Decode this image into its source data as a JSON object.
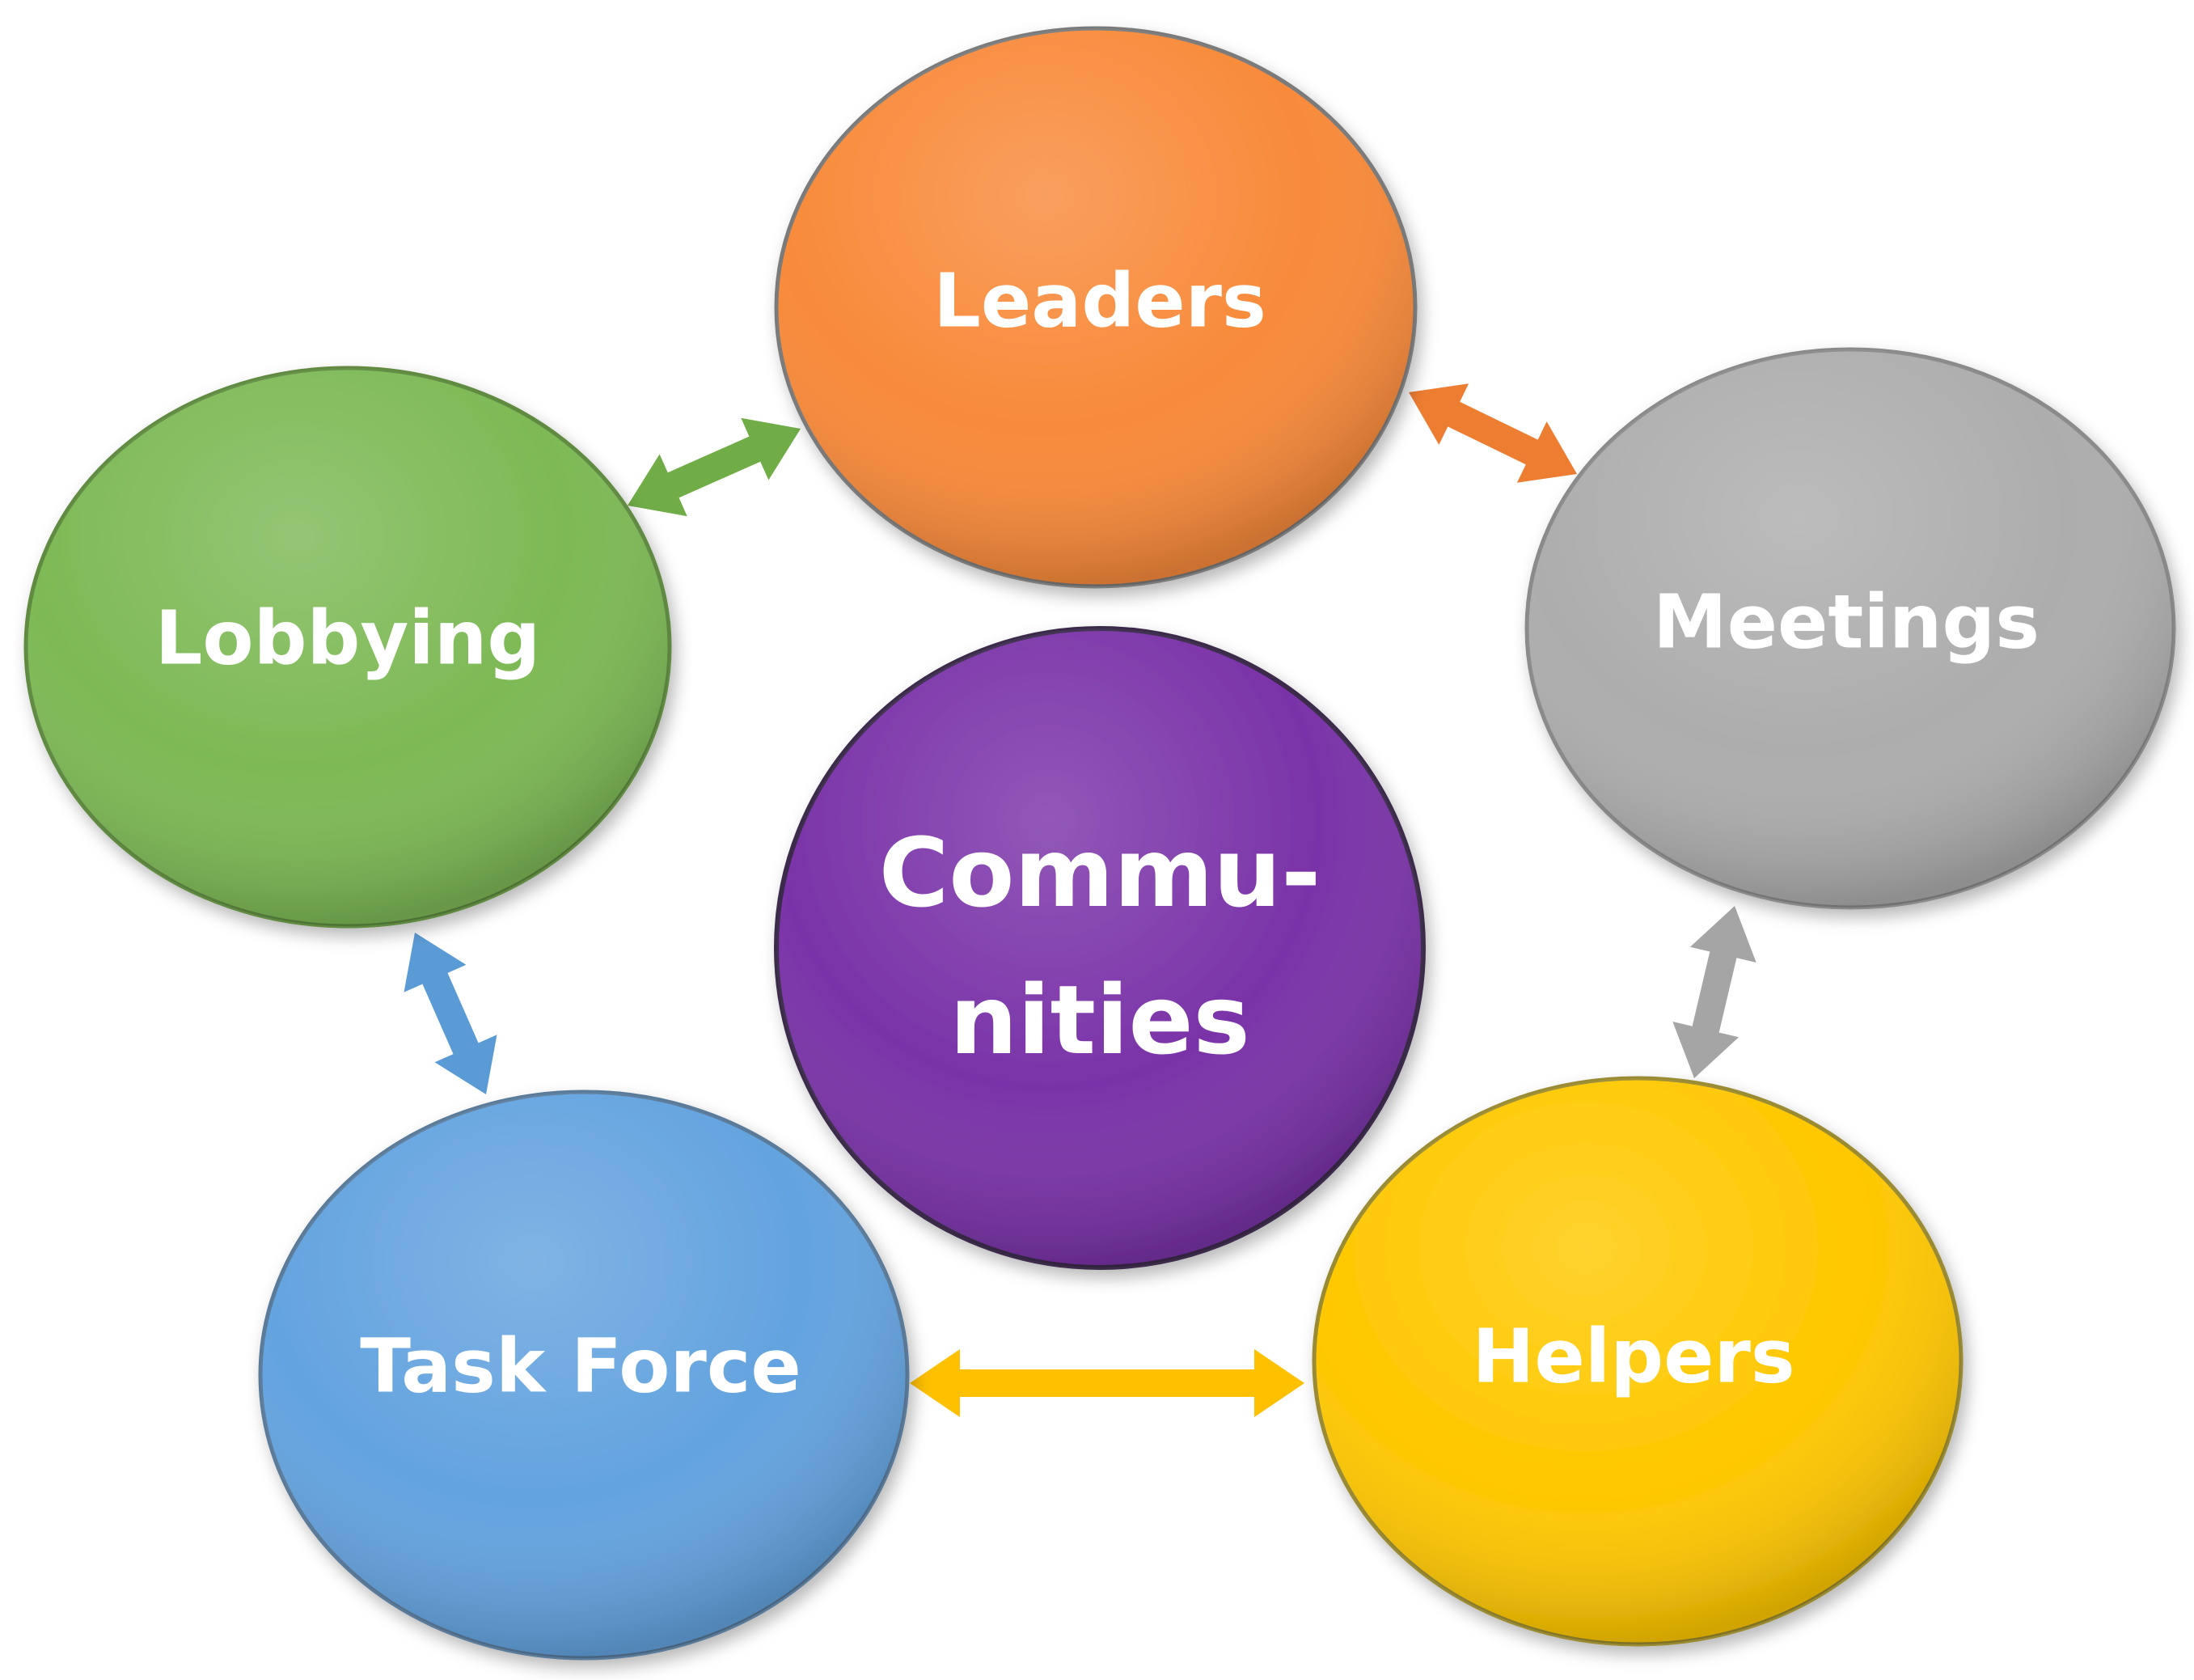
{
  "diagram": {
    "center": {
      "line1": "Commu-",
      "line2": "nities",
      "color": "#7A33A8"
    },
    "nodes": {
      "leaders": {
        "label": "Leaders",
        "color": "#F88A3A"
      },
      "meetings": {
        "label": "Meetings",
        "color": "#ADADAD"
      },
      "helpers": {
        "label": "Helpers",
        "color": "#FFC800"
      },
      "task_force": {
        "label": "Task Force",
        "color": "#63A3DF"
      },
      "lobbying": {
        "label": "Lobbying",
        "color": "#7DB955"
      }
    },
    "arrows": {
      "lobbying_leaders": {
        "color": "#70AD47"
      },
      "leaders_meetings": {
        "color": "#ED7D31"
      },
      "meetings_helpers": {
        "color": "#A5A5A5"
      },
      "helpers_task_force": {
        "color": "#FFC000"
      },
      "task_force_lobbying": {
        "color": "#5B9BD5"
      }
    }
  }
}
